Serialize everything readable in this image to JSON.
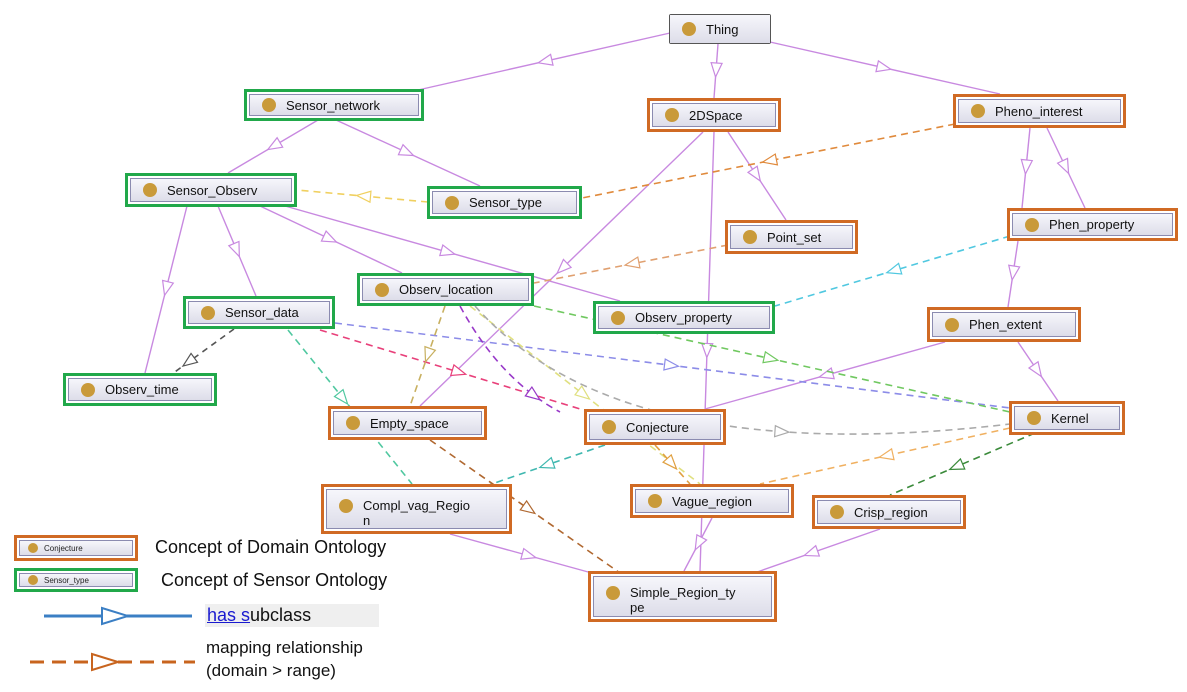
{
  "nodes": {
    "thing": "Thing",
    "sensor_network": "Sensor_network",
    "space2d": "2DSpace",
    "pheno_interest": "Pheno_interest",
    "sensor_observ": "Sensor_Observ",
    "sensor_type": "Sensor_type",
    "point_set": "Point_set",
    "phen_property": "Phen_property",
    "observ_location": "Observ_location",
    "sensor_data": "Sensor_data",
    "observ_property": "Observ_property",
    "phen_extent": "Phen_extent",
    "observ_time": "Observ_time",
    "empty_space": "Empty_space",
    "conjecture": "Conjecture",
    "kernel": "Kernel",
    "compl_vag_region": "Compl_vag_Region",
    "vague_region": "Vague_region",
    "crisp_region": "Crisp_region",
    "simple_region_type": "Simple_Region_type"
  },
  "legend": {
    "domain_box_label": "Conjecture",
    "domain_text": "Concept of Domain Ontology",
    "sensor_box_label": "Sensor_type",
    "sensor_text": "Concept of Sensor Ontology",
    "subclass_prefix": "has s",
    "subclass_suffix": "ubclass",
    "mapping_line1": "mapping relationship",
    "mapping_line2": "(domain > range)"
  },
  "colors": {
    "domain_border": "#d06a24",
    "sensor_border": "#21a84a",
    "subclass_edge": "#c889e0",
    "legend_subclass": "#3b7fc4",
    "legend_mapping": "#c8641e"
  }
}
